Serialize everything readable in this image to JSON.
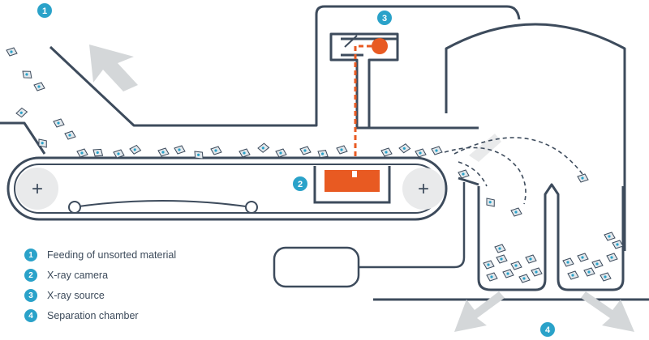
{
  "colors": {
    "line": "#3d4b5c",
    "badge": "#2aa2c9",
    "xray": "#e85a22",
    "arrow": "#d4d7d9",
    "conveyor_fill": "#ffffff",
    "roller": "#e9eaeb"
  },
  "callouts": [
    {
      "id": "1",
      "label": "1"
    },
    {
      "id": "2",
      "label": "2"
    },
    {
      "id": "3",
      "label": "3"
    },
    {
      "id": "4",
      "label": "4"
    }
  ],
  "legend": [
    {
      "number": "1",
      "text": "Feeding of unsorted material"
    },
    {
      "number": "2",
      "text": "X-ray camera"
    },
    {
      "number": "3",
      "text": "X-ray source"
    },
    {
      "number": "4",
      "text": "Separation chamber"
    }
  ],
  "roller_symbol": "+",
  "icons": [
    "plus-icon",
    "feed-arrow-icon",
    "output-arrow-icon"
  ]
}
